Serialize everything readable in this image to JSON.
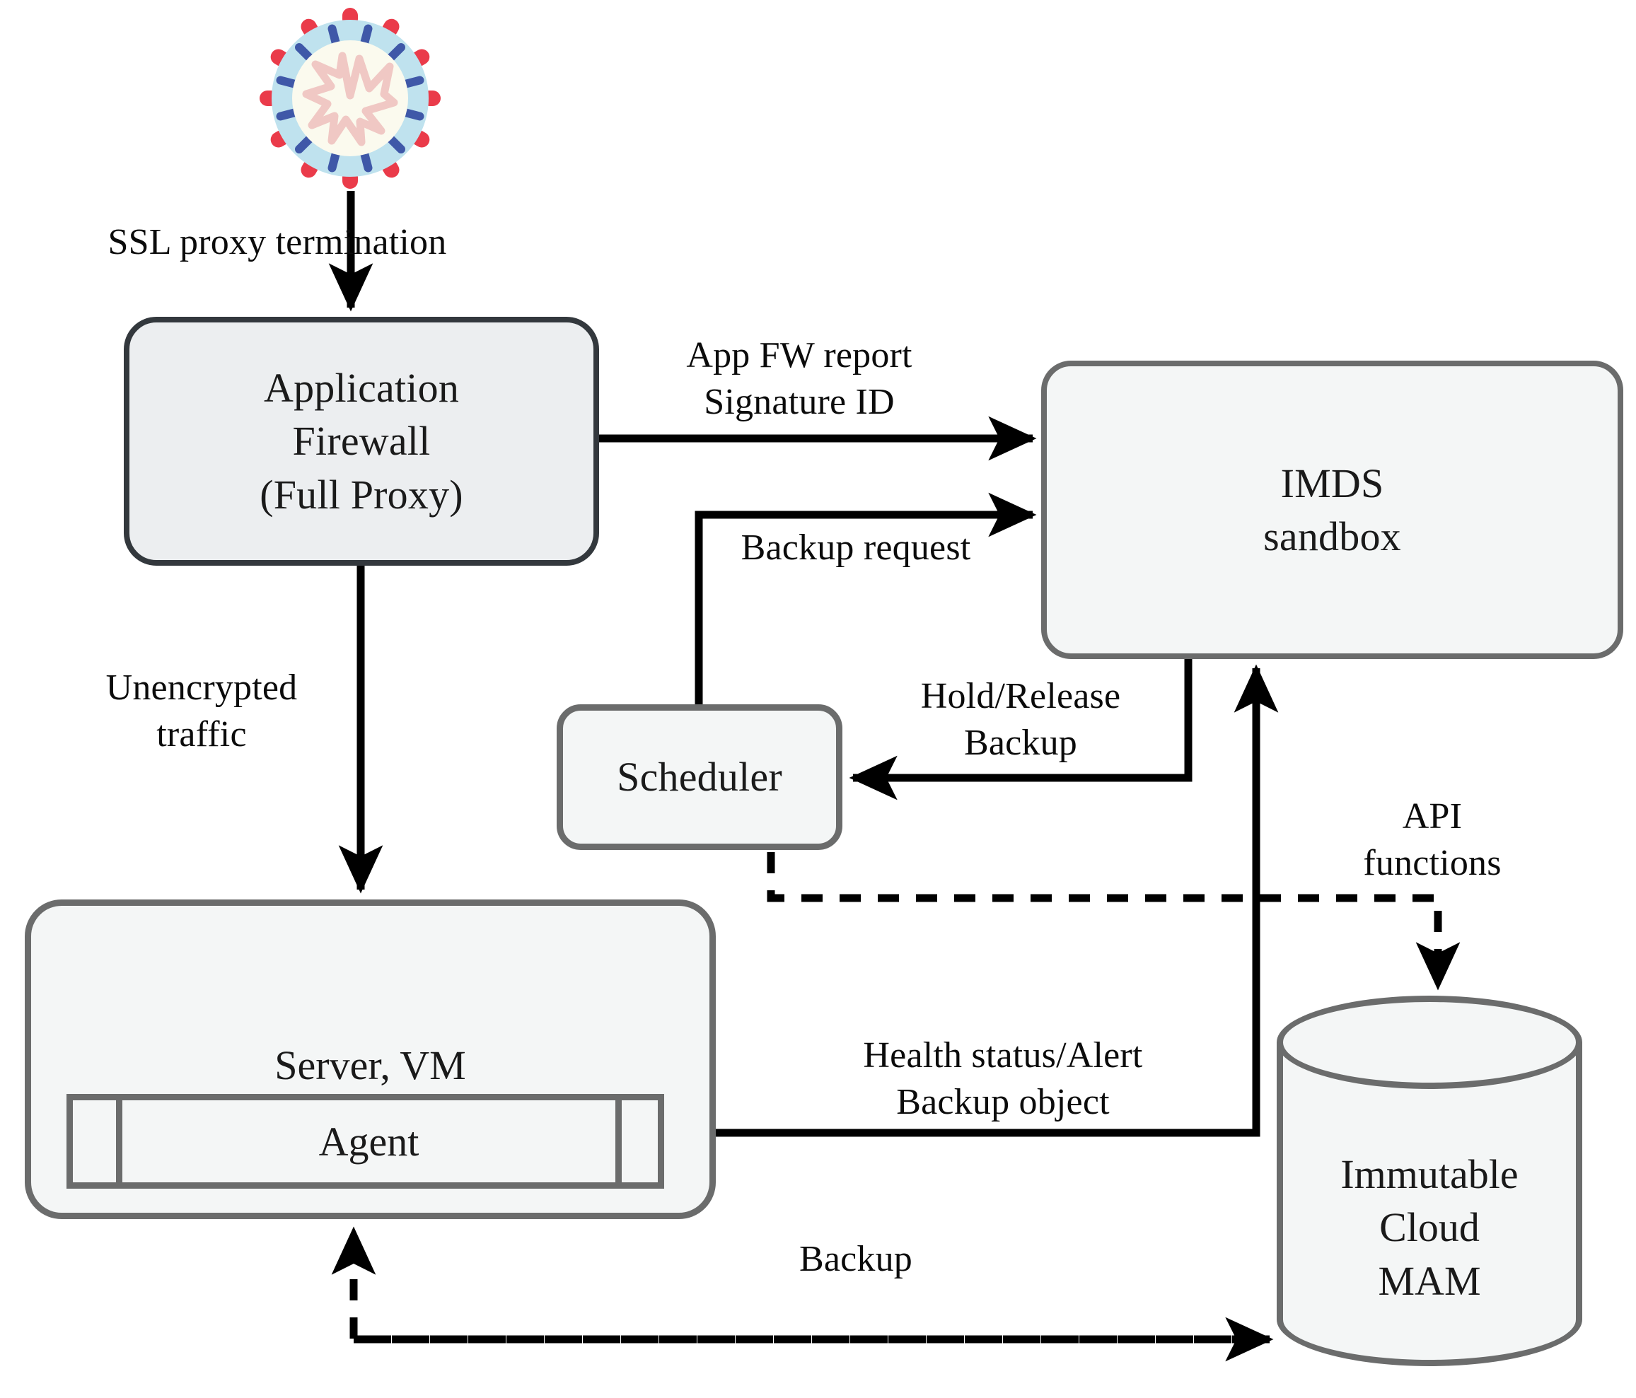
{
  "diagram": {
    "title": "Application firewall / IMDS sandbox backup architecture",
    "background_color": "#ffffff",
    "node_fill": "#f4f6f6",
    "node_border": "#6b6c6c",
    "accent_border": "#33383d",
    "edge_color": "#000000"
  },
  "nodes": {
    "threat": {
      "icon": "virus-icon",
      "label": "",
      "colors": {
        "spike_red": "#ea3b4a",
        "spike_blue": "#3f58a8",
        "ring": "#bfe2ee",
        "core": "#fbfaee",
        "nucleus": "#f0c8c4"
      }
    },
    "app_firewall": {
      "label": "Application\nFirewall\n(Full Proxy)"
    },
    "imds_sandbox": {
      "label": "IMDS\nsandbox"
    },
    "scheduler": {
      "label": "Scheduler"
    },
    "server_vm": {
      "label": "Server, VM",
      "agent_label": "Agent"
    },
    "cloud_mam": {
      "label": "Immutable\nCloud\nMAM"
    }
  },
  "edges": {
    "ssl_proxy_termination": {
      "label": "SSL proxy termination",
      "style": "solid",
      "from": "threat",
      "to": "app_firewall"
    },
    "app_fw_report": {
      "label": "App FW report\nSignature ID",
      "style": "solid",
      "from": "app_firewall",
      "to": "imds_sandbox"
    },
    "backup_request": {
      "label": "Backup request",
      "style": "solid",
      "from": "scheduler",
      "to": "imds_sandbox"
    },
    "unencrypted_traffic": {
      "label": "Unencrypted\ntraffic",
      "style": "solid",
      "from": "app_firewall",
      "to": "server_vm"
    },
    "hold_release_backup": {
      "label": "Hold/Release\nBackup",
      "style": "solid",
      "from": "imds_sandbox",
      "to": "scheduler"
    },
    "api_functions": {
      "label": "API\nfunctions",
      "style": "dashed",
      "from": "scheduler",
      "to": "cloud_mam"
    },
    "health_status": {
      "label": "Health status/Alert\nBackup object",
      "style": "solid",
      "from": "server_vm",
      "to": "imds_sandbox"
    },
    "backup": {
      "label": "Backup",
      "style": "dashed",
      "from": "cloud_mam",
      "to": "server_vm"
    }
  }
}
